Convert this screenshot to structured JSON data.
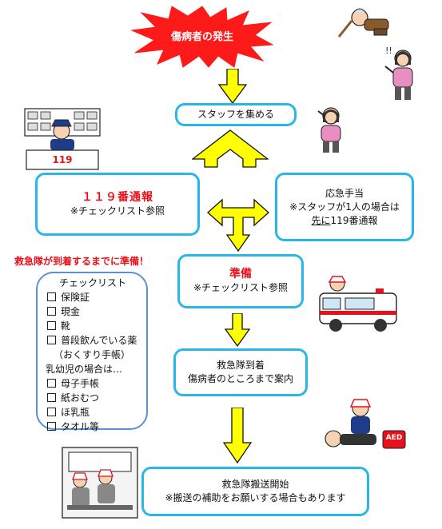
{
  "start": {
    "label": "傷病者の発生"
  },
  "step1": {
    "label": "スタッフを集める"
  },
  "step2_left": {
    "title": "１１９番通報",
    "note": "※チェックリスト参照"
  },
  "step2_right": {
    "line1": "応急手当",
    "line2": "※スタッフが1人の場合は",
    "line3_underlined": "先に",
    "line3_rest": "119番通報"
  },
  "step3": {
    "title": "準備",
    "note": "※チェックリスト参照"
  },
  "prep_header": "救急隊が到着するまでに準備！",
  "checklist": {
    "title": "チェックリスト",
    "items": [
      "保険証",
      "現金",
      "靴",
      "普段飲んでいる薬"
    ],
    "medicine_note": "（おくすり手帳）",
    "infant_header": "乳幼児の場合は…",
    "infant_items": [
      "母子手帳",
      "紙おむつ",
      "ほ乳瓶",
      "タオル等"
    ]
  },
  "step4": {
    "line1": "救急隊到着",
    "line2": "傷病者のところまで案内"
  },
  "step5": {
    "line1": "救急隊搬送開始",
    "line2": "※搬送の補助をお願いする場合もあります"
  },
  "illustrations": {
    "dispatcher_sign": "119",
    "aed_label": "AED"
  },
  "colors": {
    "box_border": "#29b6e8",
    "arrow": "#ffff00",
    "burst": "#ff1a1a",
    "accent_red": "#e8111b",
    "pill_border": "#5b8fd6"
  },
  "icons": [
    "explosion-burst-icon",
    "fallen-elderly-icon",
    "alarmed-woman-icon",
    "dispatcher-icon",
    "calling-woman-icon",
    "ambulance-icon",
    "aed-rescue-icon",
    "paramedics-stretcher-icon"
  ]
}
